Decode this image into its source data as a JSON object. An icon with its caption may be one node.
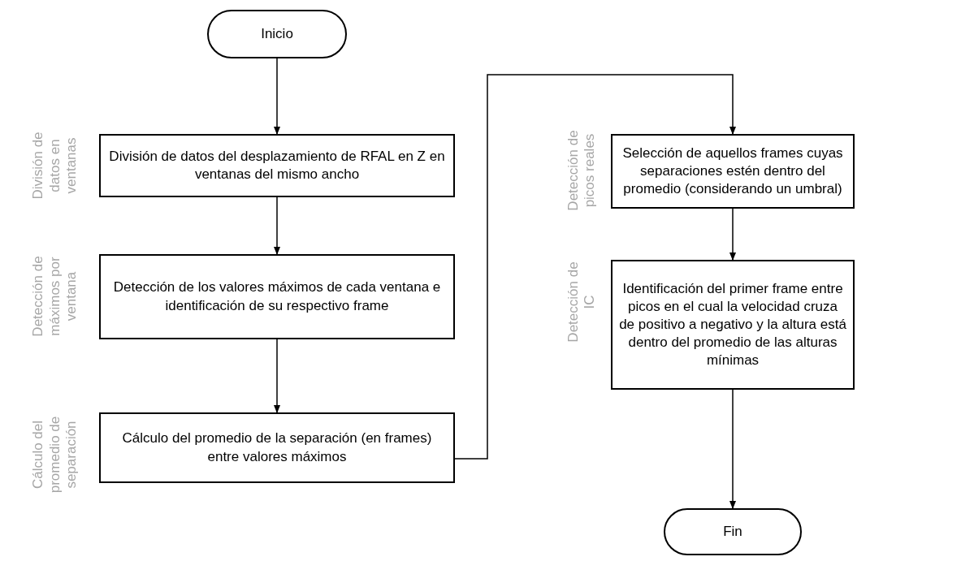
{
  "diagram": {
    "nodes": [
      {
        "text": [
          "Inicio"
        ]
      },
      {
        "text": [
          "División de datos del desplazamiento de RFAL en Z en ventanas del mismo ancho"
        ],
        "beside": [
          "División de datos en ventanas"
        ]
      },
      {
        "text": [
          "Detección de los valores máximos de cada ventana e identificación de su respectivo frame"
        ],
        "beside": [
          "Detección de máximos por ventana"
        ]
      },
      {
        "text": [
          "Cálculo del promedio de la separación (en frames) entre valores máximos"
        ],
        "beside": [
          "Cálculo del promedio de separación"
        ]
      },
      {
        "text": [
          "Selección de aquellos frames cuyas separaciones estén dentro del promedio (considerando un umbral)"
        ],
        "beside": [
          "Detección de picos reales"
        ]
      },
      {
        "text": [
          "Identificación del primer frame entre picos en el cual la velocidad cruza de positivo a negativo y la altura está dentro del promedio de las alturas mínimas"
        ],
        "beside": [
          "Detección de IC"
        ]
      },
      {
        "text": [
          "Fin"
        ]
      }
    ],
    "edges": [
      {
        "from": 0,
        "to": 1,
        "arrow": "to"
      },
      {
        "from": 1,
        "to": 2,
        "arrow": "to"
      },
      {
        "from": 2,
        "to": 3,
        "arrow": "to"
      },
      {
        "from": 3,
        "to": 4,
        "arrow": "to"
      },
      {
        "from": 4,
        "to": 5,
        "arrow": "to"
      },
      {
        "from": 5,
        "to": 6,
        "arrow": "to"
      }
    ]
  }
}
